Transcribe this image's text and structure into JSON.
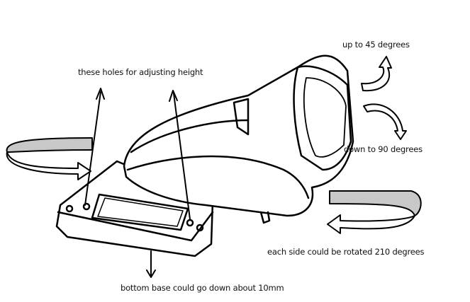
{
  "labels": {
    "holes": "these holes for adjusting height",
    "up": "up to 45 degrees",
    "down": "down to 90 degrees",
    "rotate": "each side could be rotated 210 degrees",
    "base": "bottom base could go down about 10mm"
  },
  "colors": {
    "line": "#000000",
    "band": "#c8c8c8"
  }
}
